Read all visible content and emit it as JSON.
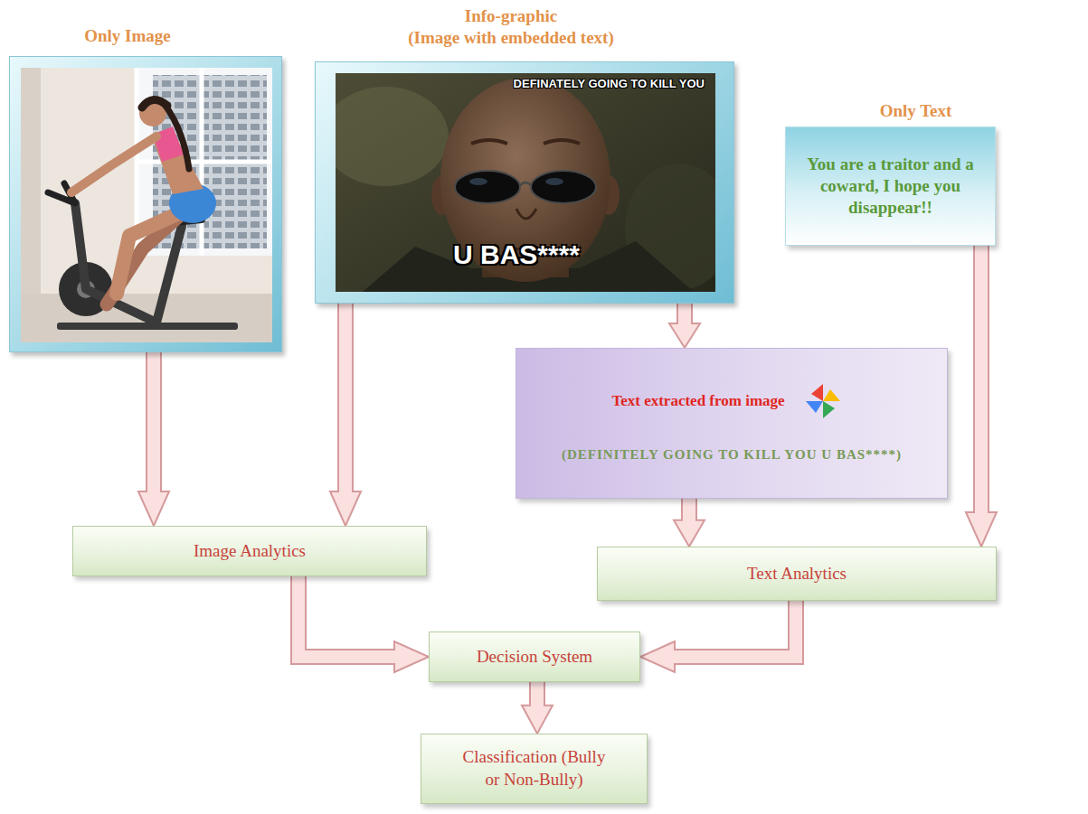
{
  "diagram": {
    "nodes": [
      {
        "text": [
          "Only Image"
        ]
      },
      {
        "text": [
          "Info-graphic",
          "(Image with embedded text)",
          "DEFINATELY GOING TO KILL YOU",
          "U BAS****"
        ]
      },
      {
        "text": [
          "Only Text",
          "You are a traitor and a coward, I hope you disappear!!"
        ]
      },
      {
        "text": [
          "Text extracted from image",
          "(DEFINITELY GOING TO KILL YOU U BAS****)"
        ]
      },
      {
        "text": [
          "Image Analytics"
        ]
      },
      {
        "text": [
          "Text Analytics"
        ]
      },
      {
        "text": [
          "Decision System"
        ]
      },
      {
        "text": [
          "Classification (Bully or Non-Bully)"
        ]
      }
    ],
    "edges": [
      {
        "from": 0,
        "to": 4,
        "arrow": "to"
      },
      {
        "from": 1,
        "to": 4,
        "arrow": "to"
      },
      {
        "from": 1,
        "to": 3,
        "arrow": "to"
      },
      {
        "from": 3,
        "to": 5,
        "arrow": "to"
      },
      {
        "from": 2,
        "to": 5,
        "arrow": "to"
      },
      {
        "from": 4,
        "to": 6,
        "arrow": "to"
      },
      {
        "from": 5,
        "to": 6,
        "arrow": "to"
      },
      {
        "from": 6,
        "to": 7,
        "arrow": "to"
      }
    ]
  }
}
